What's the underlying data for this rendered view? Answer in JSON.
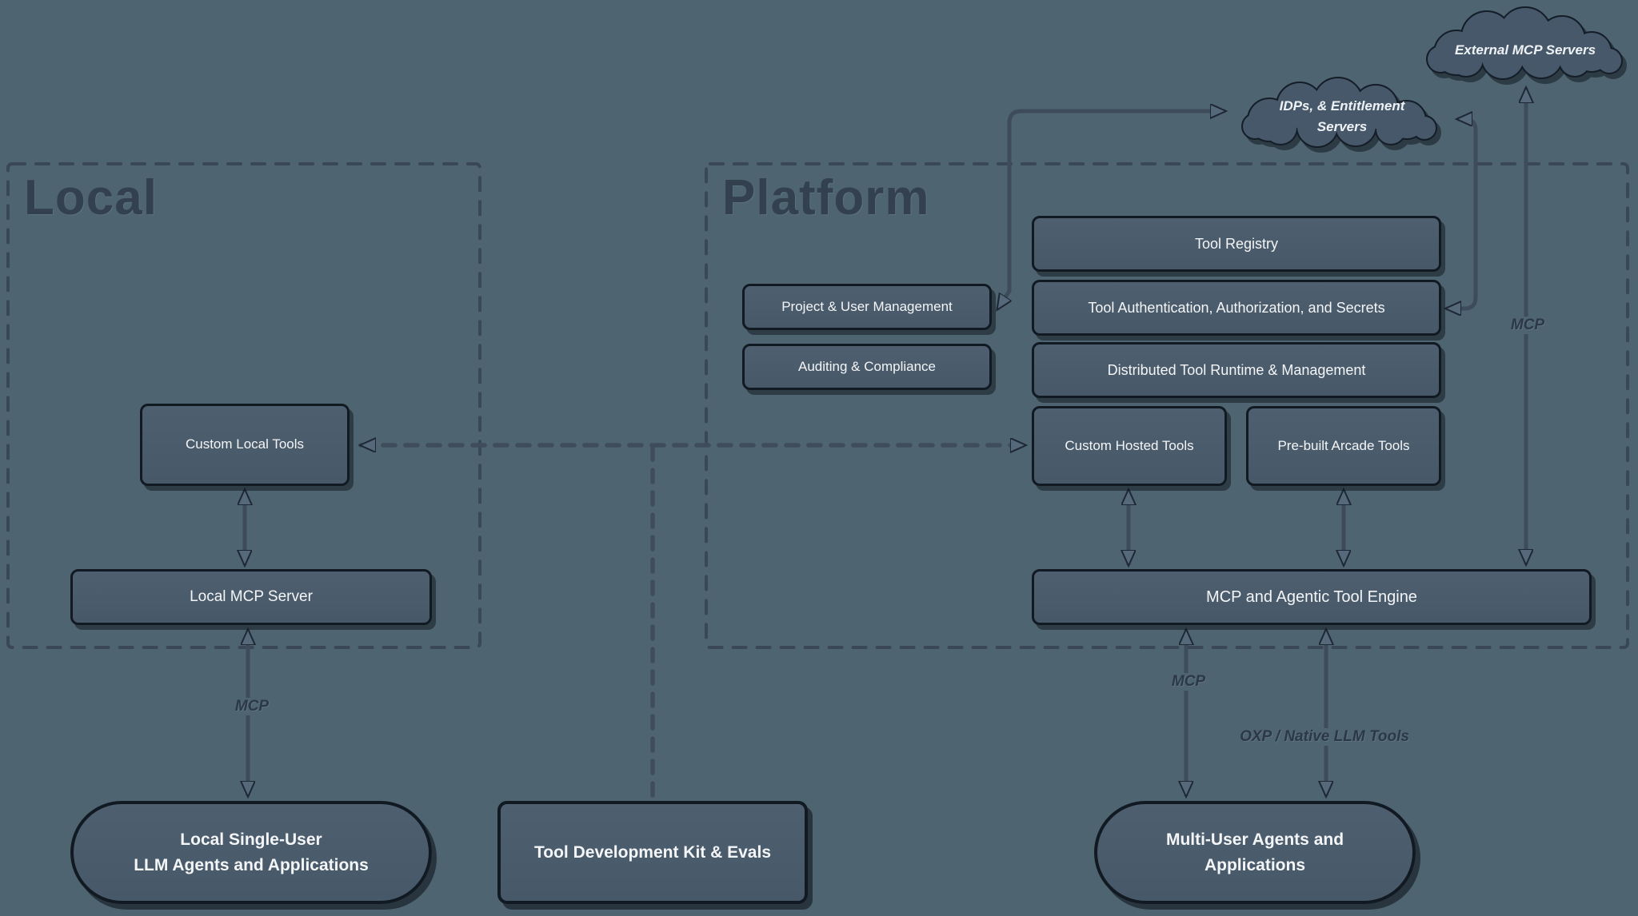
{
  "sections": {
    "local": {
      "title": "Local"
    },
    "platform": {
      "title": "Platform"
    }
  },
  "clouds": {
    "external": {
      "label": "External MCP Servers"
    },
    "idps": {
      "line1": "IDPs, & Entitlement",
      "line2": "Servers"
    }
  },
  "nodes": {
    "tool_registry": {
      "label": "Tool Registry"
    },
    "tool_auth": {
      "label": "Tool Authentication, Authorization, and Secrets"
    },
    "tool_runtime": {
      "label": "Distributed Tool Runtime & Management"
    },
    "project_user": {
      "label": "Project & User Management"
    },
    "auditing": {
      "label": "Auditing & Compliance"
    },
    "custom_hosted": {
      "label": "Custom Hosted Tools"
    },
    "prebuilt": {
      "label": "Pre-built Arcade Tools"
    },
    "engine": {
      "label": "MCP and Agentic Tool Engine"
    },
    "custom_local": {
      "label": "Custom Local Tools"
    },
    "local_mcp": {
      "label": "Local MCP Server"
    },
    "local_agents": {
      "line1": "Local Single-User",
      "line2": "LLM Agents and Applications"
    },
    "tdk": {
      "label": "Tool Development Kit & Evals"
    },
    "multi_user": {
      "line1": "Multi-User Agents and",
      "line2": "Applications"
    }
  },
  "edge_labels": {
    "mcp_local": "MCP",
    "mcp_external": "MCP",
    "mcp_engine": "MCP",
    "oxp": "OXP / Native LLM Tools"
  },
  "colors": {
    "background": "#4e6470",
    "node_fill": "#485969",
    "node_border": "#111922",
    "node_text": "#f3f5f7",
    "dash_stroke": "#3a4755",
    "edge_stroke": "#3e4b5a",
    "title_text": "#33404e",
    "label_text": "#2c3845"
  }
}
